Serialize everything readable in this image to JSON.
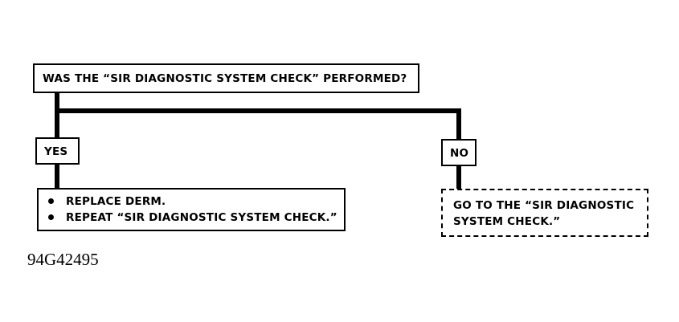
{
  "diagram": {
    "question": "WAS THE “SIR DIAGNOSTIC SYSTEM CHECK” PERFORMED?",
    "yes_label": "YES",
    "no_label": "NO",
    "yes_actions": [
      "REPLACE DERM.",
      "REPEAT “SIR DIAGNOSTIC SYSTEM CHECK.”"
    ],
    "no_action_lines": [
      "GO TO THE “SIR DIAGNOSTIC",
      "SYSTEM CHECK.”"
    ],
    "figure_id": "94G42495",
    "line_color": "#000000"
  }
}
